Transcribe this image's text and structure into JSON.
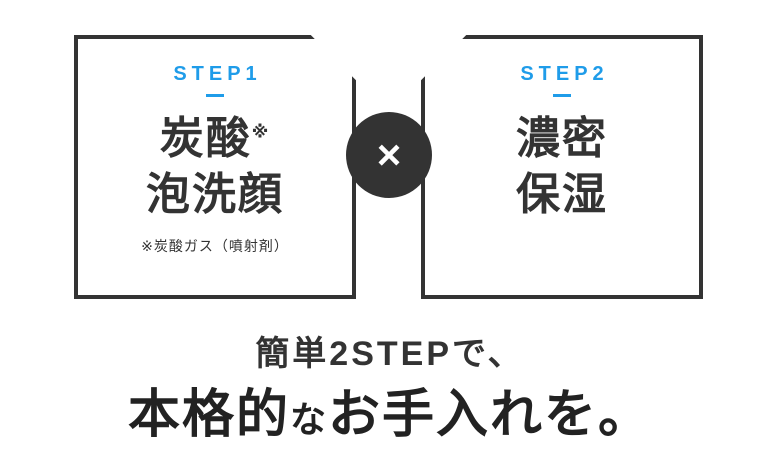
{
  "colors": {
    "accent_blue": "#1f9ce9",
    "dark": "#333333",
    "text_dark": "#222222"
  },
  "multiply_symbol": "×",
  "steps": [
    {
      "label": "STEP1",
      "title_line1": "炭酸",
      "title_sup": "※",
      "title_line2": "泡洗顔",
      "footnote": "※炭酸ガス（噴射剤）"
    },
    {
      "label": "STEP2",
      "title_line1": "濃密",
      "title_sup": "",
      "title_line2": "保湿",
      "footnote": ""
    }
  ],
  "tagline": {
    "line1": "簡単2STEPで、",
    "line2_part1": "本格的",
    "line2_small": "な",
    "line2_part2": "お手入れを。"
  }
}
